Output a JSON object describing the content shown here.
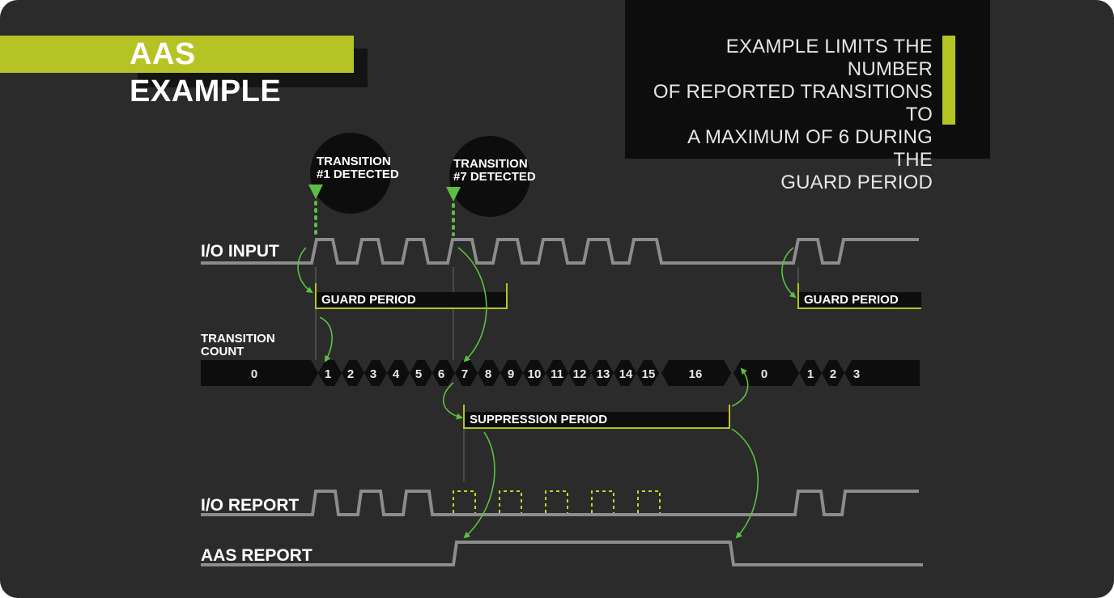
{
  "title": "AAS EXAMPLE",
  "note_lines": [
    "EXAMPLE LIMITS THE NUMBER",
    "OF REPORTED TRANSITIONS TO",
    "A MAXIMUM OF 6 DURING THE",
    "GUARD PERIOD"
  ],
  "callouts": [
    {
      "line1": "TRANSITION",
      "line2": "#1 DETECTED"
    },
    {
      "line1": "TRANSITION",
      "line2": "#7 DETECTED"
    }
  ],
  "signals": {
    "io_input": "I/O INPUT",
    "transition_count_line1": "TRANSITION",
    "transition_count_line2": "COUNT",
    "io_report": "I/O REPORT",
    "aas_report": "AAS REPORT"
  },
  "periods": {
    "guard_1": "GUARD PERIOD",
    "guard_2": "GUARD PERIOD",
    "suppression": "SUPPRESSION PERIOD"
  },
  "count_values": [
    "0",
    "1",
    "2",
    "3",
    "4",
    "5",
    "6",
    "7",
    "8",
    "9",
    "10",
    "11",
    "12",
    "13",
    "14",
    "15",
    "16",
    "0",
    "1",
    "2",
    "3"
  ],
  "colors": {
    "background": "#2b2b2b",
    "accent": "#b5c424",
    "arrow": "#5cbf45",
    "signal": "#8c8c8c",
    "box": "#0d0d0d"
  }
}
